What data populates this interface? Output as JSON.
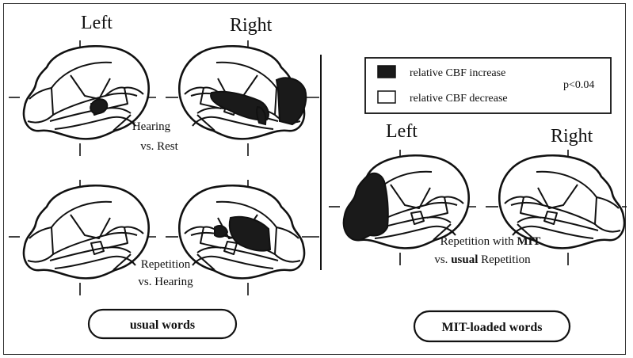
{
  "left_panel": {
    "col_left": "Left",
    "col_right": "Right",
    "row1_caption_line1": "Hearing",
    "row1_caption_line2": "vs. Rest",
    "row2_caption_line1": "Repetition",
    "row2_caption_line2": "vs. Hearing",
    "pill": "usual words"
  },
  "right_panel": {
    "col_left": "Left",
    "col_right": "Right",
    "caption_line1_a": "Repetition with ",
    "caption_line1_b": "MIT",
    "caption_line2_a": "vs. ",
    "caption_line2_b": "usual",
    "caption_line2_c": " Repetition",
    "pill": "MIT-loaded words"
  },
  "legend": {
    "increase": "relative CBF increase",
    "decrease": "relative CBF decrease",
    "pvalue": "p<0.04"
  },
  "colors": {
    "active": "#1a1a1a",
    "outline": "#111111",
    "background": "#ffffff"
  }
}
